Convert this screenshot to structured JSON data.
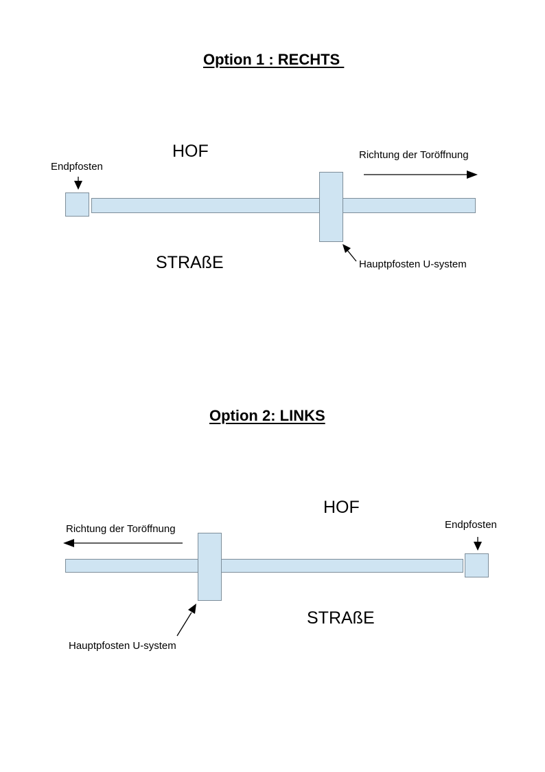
{
  "option1": {
    "heading": "Option 1 : RECHTS ",
    "yard_label": "HOF",
    "street_label": "STRAßE",
    "end_post_label": "Endpfosten",
    "main_post_label": "Hauptpfosten U-system",
    "direction_label": "Richtung der Toröffnung"
  },
  "option2": {
    "heading": "Option 2: LINKS",
    "yard_label": "HOF",
    "street_label": "STRAßE",
    "end_post_label": "Endpfosten",
    "main_post_label": "Hauptpfosten U-system",
    "direction_label": "Richtung der Toröffnung"
  },
  "colors": {
    "element_fill": "#cfe4f2",
    "element_border": "#7d8d99",
    "text": "#000000"
  }
}
